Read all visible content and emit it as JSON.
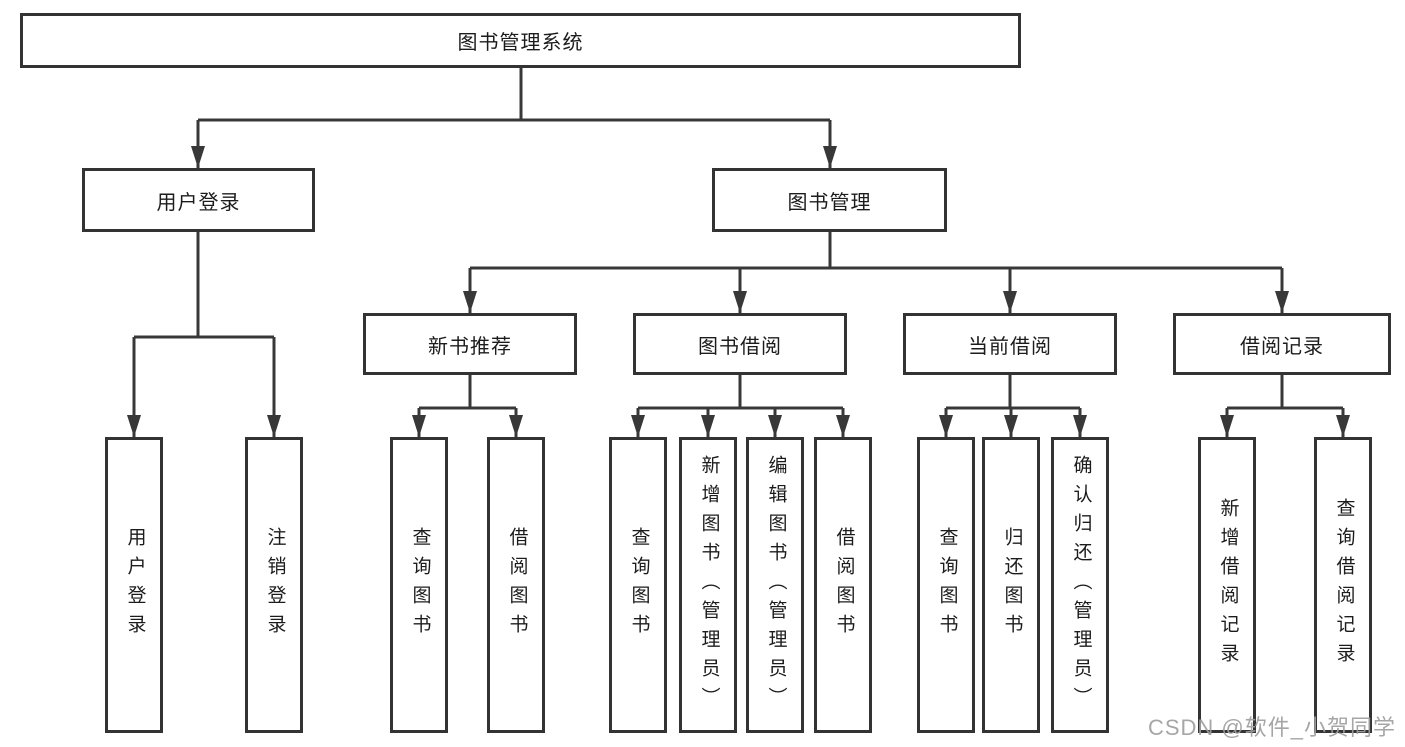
{
  "tree": {
    "root": {
      "label": "图书管理系统",
      "children": [
        {
          "label": "用户登录",
          "children": [
            {
              "label": "用户登录"
            },
            {
              "label": "注销登录"
            }
          ]
        },
        {
          "label": "图书管理",
          "children": [
            {
              "label": "新书推荐",
              "children": [
                {
                  "label": "查询图书"
                },
                {
                  "label": "借阅图书"
                }
              ]
            },
            {
              "label": "图书借阅",
              "children": [
                {
                  "label": "查询图书"
                },
                {
                  "label": "新增图书（管理员）"
                },
                {
                  "label": "编辑图书（管理员）"
                },
                {
                  "label": "借阅图书"
                }
              ]
            },
            {
              "label": "当前借阅",
              "children": [
                {
                  "label": "查询图书"
                },
                {
                  "label": "归还图书"
                },
                {
                  "label": "确认归还（管理员）"
                }
              ]
            },
            {
              "label": "借阅记录",
              "children": [
                {
                  "label": "新增借阅记录"
                },
                {
                  "label": "查询借阅记录"
                }
              ]
            }
          ]
        }
      ]
    }
  },
  "watermark": {
    "text": "CSDN @软件_小贺同学"
  },
  "colors": {
    "box_border": "#333333",
    "connector": "#383838",
    "text": "#1c1c1c",
    "watermark": "#9e9e9e",
    "background": "#ffffff"
  }
}
